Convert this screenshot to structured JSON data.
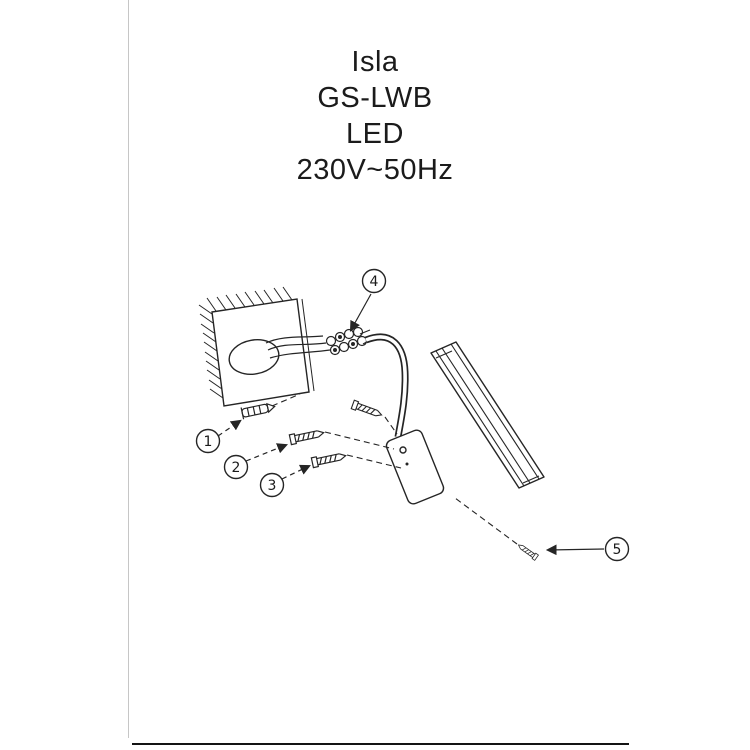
{
  "page": {
    "title_lines": [
      "Isla",
      "GS-LWB",
      "LED",
      "230V~50Hz"
    ]
  },
  "diagram": {
    "callouts": [
      "1",
      "2",
      "3",
      "4",
      "5"
    ]
  },
  "colors": {
    "ink": "#252525",
    "paper": "#ffffff",
    "border_left": "#c6c6c6",
    "border_bottom": "#141414"
  }
}
